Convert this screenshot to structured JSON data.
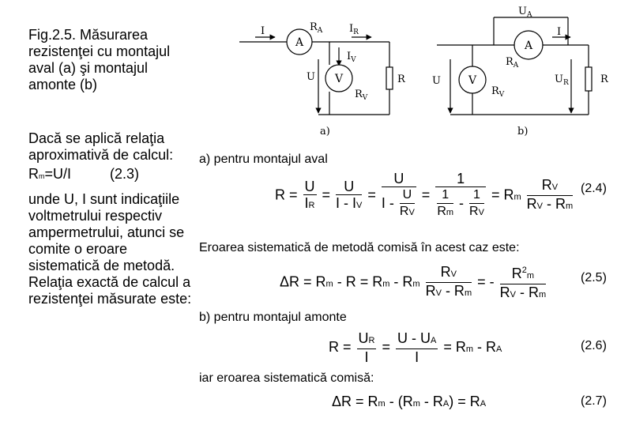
{
  "caption": {
    "text": "Fig.2.5. Măsurarea rezistenţei cu montajul aval (a) şi montajul amonte (b)"
  },
  "left_text": {
    "p1": "Dacă se aplică relaţia aproximativă de calcul:",
    "eq_R": "R",
    "eq_m": "m",
    "eq_rest": "=U/I",
    "eq_num": "(2.3)",
    "p2": "unde U, I sunt indicaţiile voltmetrului respectiv ampermetrului, atunci se comite o eroare sistematică de metodă. Relaţia exactă de calcul a rezistenţei măsurate este:"
  },
  "circuit_a": {
    "I": "I",
    "RA": "R",
    "RA_sub": "A",
    "IR": "I",
    "IR_sub": "R",
    "IV": "I",
    "IV_sub": "V",
    "U": "U",
    "R": "R",
    "RV": "R",
    "RV_sub": "V",
    "ammeter": "A",
    "voltmeter": "V",
    "label": "a)"
  },
  "circuit_b": {
    "UA": "U",
    "UA_sub": "A",
    "I": "I",
    "RA": "R",
    "RA_sub": "A",
    "U": "U",
    "RV": "R",
    "RV_sub": "V",
    "UR": "U",
    "UR_sub": "R",
    "R": "R",
    "ammeter": "A",
    "voltmeter": "V",
    "label": "b)"
  },
  "sections": {
    "a_title": "a)   pentru montajul aval",
    "error_text": "Eroarea sistematică de metodă comisă în acest caz este:",
    "b_title": "b)   pentru montajul amonte",
    "error_b_text": "iar eroarea sistematică comisă:"
  },
  "equations": {
    "n24": "(2.4)",
    "n25": "(2.5)",
    "n26": "(2.6)",
    "n27": "(2.7)"
  }
}
